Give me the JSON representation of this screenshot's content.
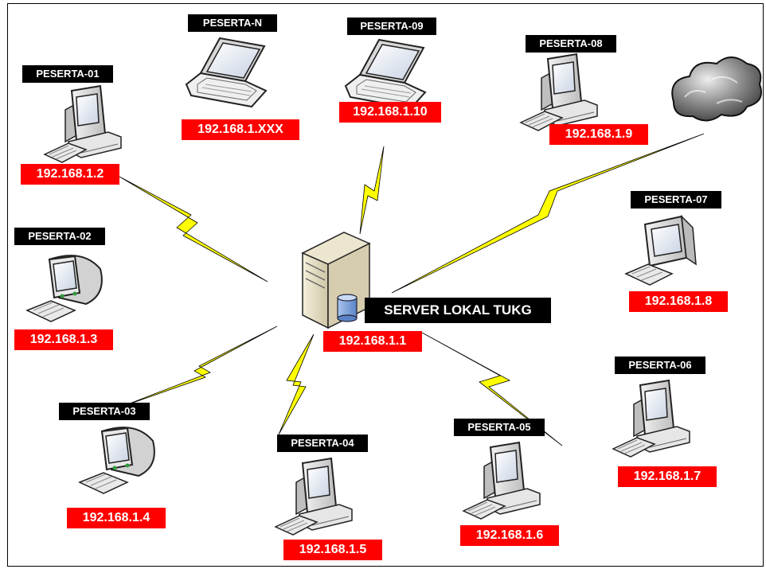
{
  "server": {
    "name": "SERVER LOKAL TUKG",
    "ip": "192.168.1.1"
  },
  "nodes": [
    {
      "id": "peserta-n",
      "name": "PESERTA-N",
      "ip": "192.168.1.XXX"
    },
    {
      "id": "peserta-09",
      "name": "PESERTA-09",
      "ip": "192.168.1.10"
    },
    {
      "id": "peserta-08",
      "name": "PESERTA-08",
      "ip": "192.168.1.9"
    },
    {
      "id": "peserta-01",
      "name": "PESERTA-01",
      "ip": "192.168.1.2"
    },
    {
      "id": "peserta-02",
      "name": "PESERTA-02",
      "ip": "192.168.1.3"
    },
    {
      "id": "peserta-07",
      "name": "PESERTA-07",
      "ip": "192.168.1.8"
    },
    {
      "id": "peserta-03",
      "name": "PESERTA-03",
      "ip": "192.168.1.4"
    },
    {
      "id": "peserta-04",
      "name": "PESERTA-04",
      "ip": "192.168.1.5"
    },
    {
      "id": "peserta-05",
      "name": "PESERTA-05",
      "ip": "192.168.1.6"
    },
    {
      "id": "peserta-06",
      "name": "PESERTA-06",
      "ip": "192.168.1.7"
    }
  ],
  "colors": {
    "label_bg": "#000000",
    "ip_bg": "#ff0000",
    "link": "#ffff00",
    "text": "#ffffff"
  },
  "icons": {
    "laptop": "laptop-icon",
    "desktop": "desktop-computer-icon",
    "crt": "crt-monitor-icon",
    "server": "server-tower-icon",
    "cloud": "internet-cloud-icon"
  }
}
